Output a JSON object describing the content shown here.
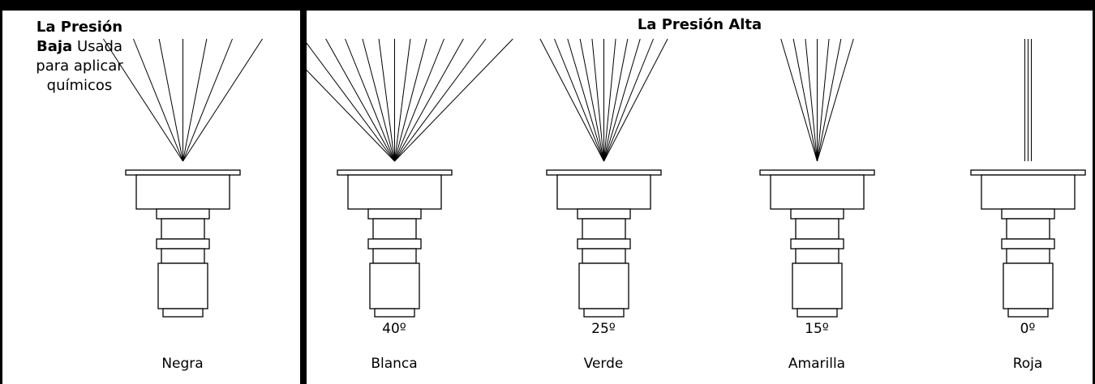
{
  "low_pressure": {
    "title_bold_1": "La Presión",
    "title_bold_2": "Baja",
    "line_1_rest": "Usada",
    "line_3": "para aplicar",
    "line_4": "químicos",
    "nozzle": {
      "color_name": "Negra",
      "spray_angle_deg": 30,
      "spray_lines": 7
    }
  },
  "high_pressure": {
    "title": "La Presión Alta",
    "nozzles": [
      {
        "angle_label": "40º",
        "color_name": "Blanca",
        "spray_angle_deg": 40,
        "spray_lines": 13
      },
      {
        "angle_label": "25º",
        "color_name": "Verde",
        "spray_angle_deg": 25,
        "spray_lines": 11
      },
      {
        "angle_label": "15º",
        "color_name": "Amarilla",
        "spray_angle_deg": 15,
        "spray_lines": 7
      },
      {
        "angle_label": "0º",
        "color_name": "Roja",
        "spray_angle_deg": 0,
        "spray_lines": 3
      }
    ]
  }
}
